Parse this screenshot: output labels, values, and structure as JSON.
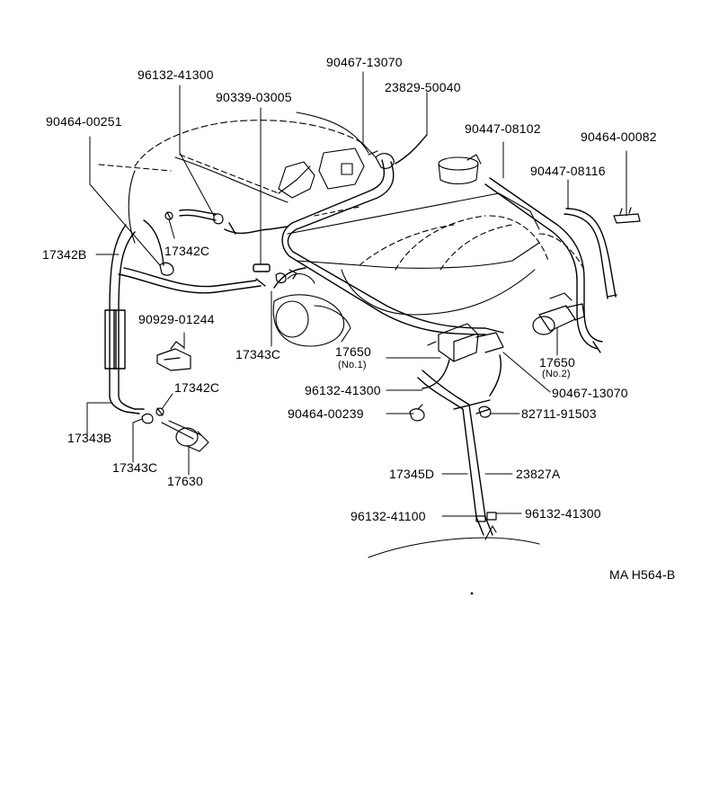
{
  "diagram": {
    "labels": {
      "p_96132_41300_top": "96132-41300",
      "p_90467_13070_top": "90467-13070",
      "p_23829_50040": "23829-50040",
      "p_90339_03005": "90339-03005",
      "p_90464_00251": "90464-00251",
      "p_90447_08102": "90447-08102",
      "p_90464_00082": "90464-00082",
      "p_90447_08116": "90447-08116",
      "p_17342B": "17342B",
      "p_17342C_top": "17342C",
      "p_90929_01244": "90929-01244",
      "p_17343C_mid": "17343C",
      "p_17650_no1": "17650",
      "p_17650_no1_sub": "(No.1)",
      "p_17650_no2": "17650",
      "p_17650_no2_sub": "(No.2)",
      "p_90467_13070_bot": "90467-13070",
      "p_96132_41300_mid": "96132-41300",
      "p_90464_00239": "90464-00239",
      "p_82711_91503": "82711-91503",
      "p_17342C_bot": "17342C",
      "p_17343B": "17343B",
      "p_17343C_bot": "17343C",
      "p_17630": "17630",
      "p_17345D": "17345D",
      "p_23827A": "23827A",
      "p_96132_41100": "96132-41100",
      "p_96132_41300_bot": "96132-41300"
    },
    "figure_code": "MA  H564-B"
  }
}
